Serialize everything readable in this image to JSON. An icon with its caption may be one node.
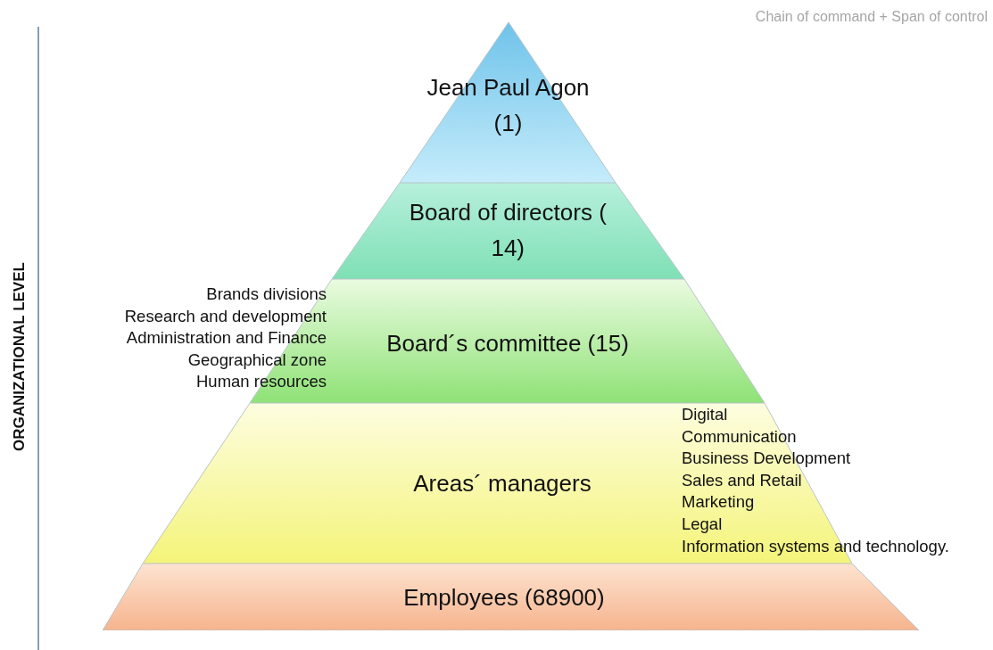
{
  "diagram": {
    "nodes": [
      {
        "text": [
          "Jean Paul Agon (1)"
        ]
      },
      {
        "text": [
          "Board of directors ( 14)"
        ]
      },
      {
        "text": [
          "Board´s committee (15)"
        ],
        "beside": [
          "Brands divisions",
          "Research and development",
          "Administration and Finance",
          "Geographical zone",
          "Human resources"
        ]
      },
      {
        "text": [
          "Areas´ managers",
          "Digital",
          "Communication",
          "Business Development",
          "Sales and Retail",
          "Marketing",
          "Legal",
          "Information systems and technology."
        ]
      },
      {
        "text": [
          "Employees (68900)"
        ]
      }
    ],
    "edges": [],
    "labels": [
      "Chain of command + Span of control",
      "ORGANIZATIONAL LEVEL"
    ]
  }
}
